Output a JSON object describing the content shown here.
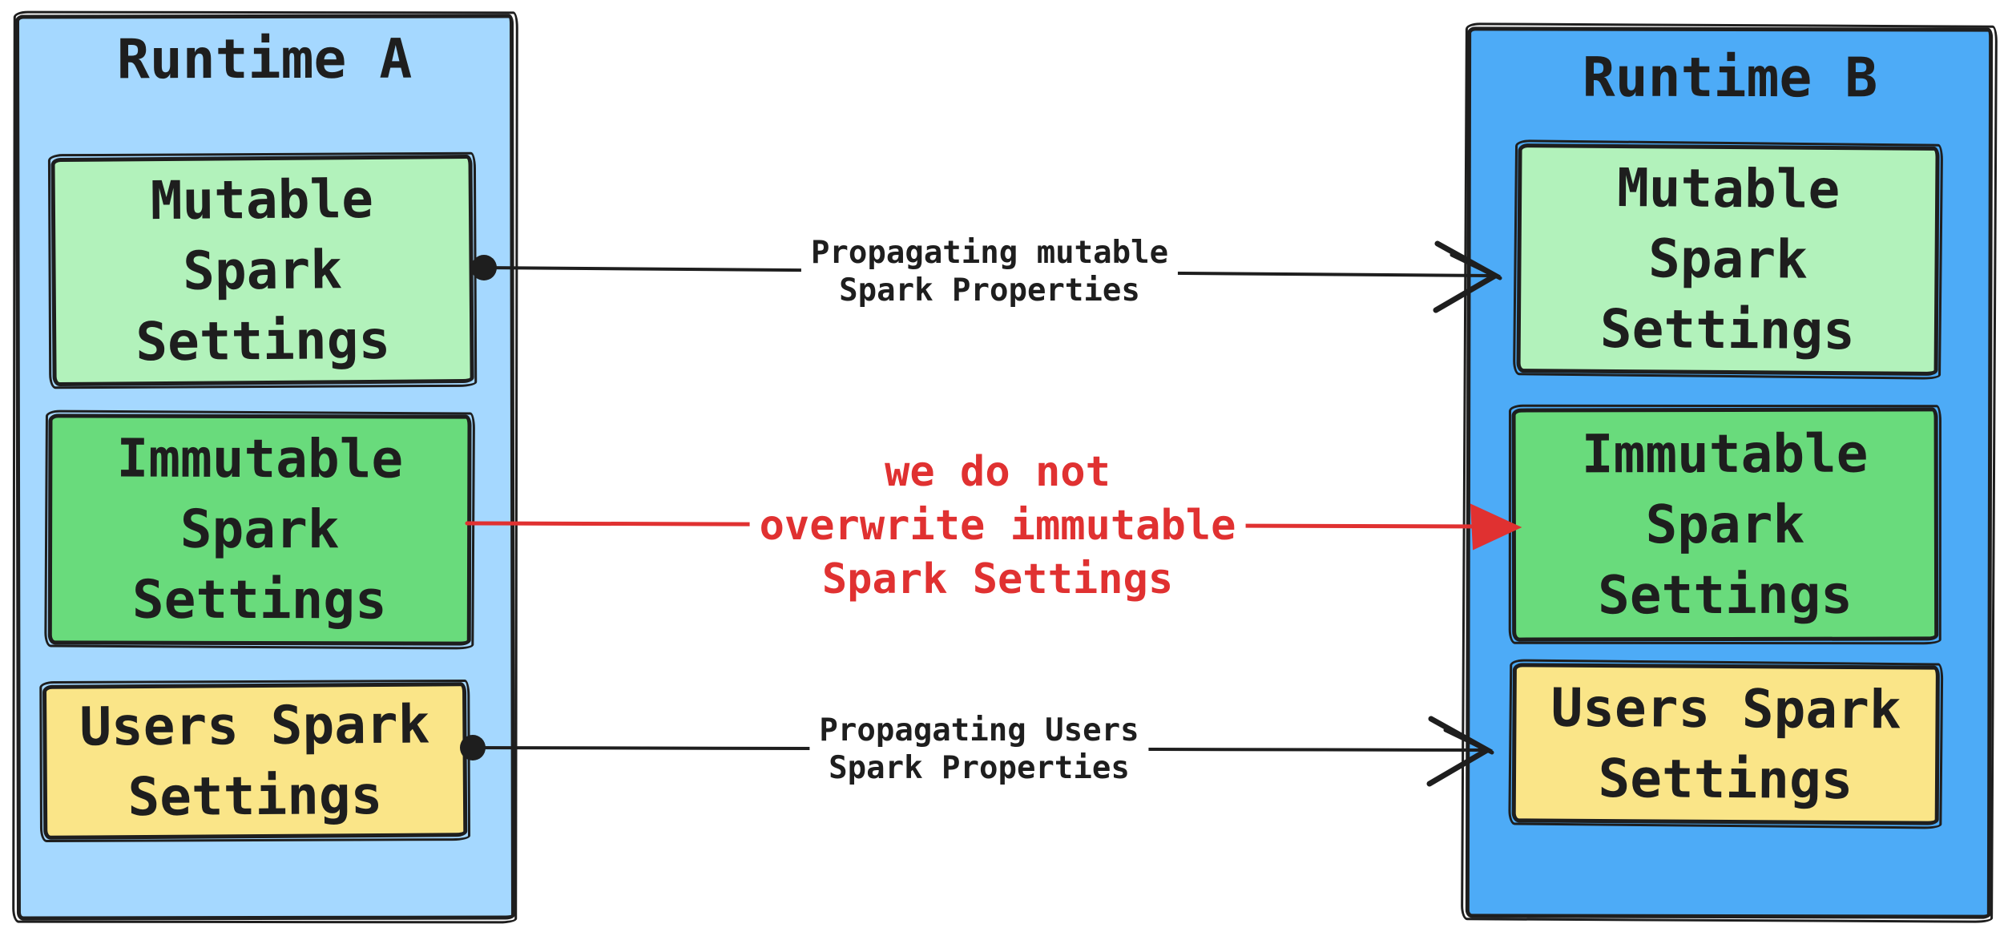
{
  "diagram": {
    "runtime_a": {
      "title": "Runtime A",
      "fill": "#a5d8ff",
      "boxes": {
        "mutable": {
          "label": "Mutable\nSpark\nSettings",
          "fill": "#b2f2bb"
        },
        "immutable": {
          "label": "Immutable\nSpark\nSettings",
          "fill": "#69db7c"
        },
        "users": {
          "label": "Users Spark\nSettings",
          "fill": "#fae588"
        }
      }
    },
    "runtime_b": {
      "title": "Runtime B",
      "fill": "#4dabf7",
      "boxes": {
        "mutable": {
          "label": "Mutable\nSpark\nSettings",
          "fill": "#b2f2bb"
        },
        "immutable": {
          "label": "Immutable\nSpark\nSettings",
          "fill": "#69db7c"
        },
        "users": {
          "label": "Users Spark\nSettings",
          "fill": "#fae588"
        }
      }
    },
    "arrows": {
      "mutable": {
        "label": "Propagating mutable\nSpark Properties",
        "color": "#1e1e1e",
        "from": "runtime_a.mutable",
        "to": "runtime_b.mutable"
      },
      "immutable": {
        "label": "we do not\noverwrite immutable\nSpark Settings",
        "color": "#e03131",
        "from": "runtime_a.immutable",
        "to": "runtime_b.immutable"
      },
      "users": {
        "label": "Propagating Users\nSpark Properties",
        "color": "#1e1e1e",
        "from": "runtime_a.users",
        "to": "runtime_b.users"
      }
    },
    "stroke_color": "#1e1e1e"
  }
}
